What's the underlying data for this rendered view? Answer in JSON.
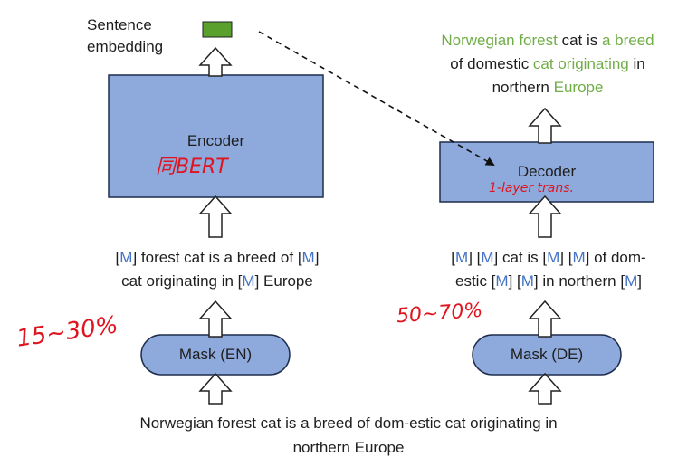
{
  "sentence_embedding_label": "Sentence\nembedding",
  "encoder": {
    "label": "Encoder",
    "handwritten": "同BERT",
    "input_lines": [
      [
        {
          "t": "[",
          "c": "n"
        },
        {
          "t": "M",
          "c": "b"
        },
        {
          "t": "] forest cat is a breed of [",
          "c": "n"
        },
        {
          "t": "M",
          "c": "b"
        },
        {
          "t": "]",
          "c": "n"
        }
      ],
      [
        {
          "t": "cat originating in [",
          "c": "n"
        },
        {
          "t": "M",
          "c": "b"
        },
        {
          "t": "] Europe",
          "c": "n"
        }
      ]
    ],
    "mask_label": "Mask (EN)",
    "mask_ratio_handwritten": "15~30%"
  },
  "decoder": {
    "label": "Decoder",
    "handwritten": "1-layer trans.",
    "output_lines": [
      [
        {
          "t": "Norwegian forest",
          "c": "g"
        },
        {
          "t": " cat is ",
          "c": "n"
        },
        {
          "t": "a breed",
          "c": "g"
        }
      ],
      [
        {
          "t": "of domestic ",
          "c": "n"
        },
        {
          "t": "cat originating",
          "c": "g"
        },
        {
          "t": " in",
          "c": "n"
        }
      ],
      [
        {
          "t": "northern ",
          "c": "n"
        },
        {
          "t": "Europe",
          "c": "g"
        }
      ]
    ],
    "input_lines": [
      [
        {
          "t": "[",
          "c": "n"
        },
        {
          "t": "M",
          "c": "b"
        },
        {
          "t": "] [",
          "c": "n"
        },
        {
          "t": "M",
          "c": "b"
        },
        {
          "t": "] cat is [",
          "c": "n"
        },
        {
          "t": "M",
          "c": "b"
        },
        {
          "t": "] [",
          "c": "n"
        },
        {
          "t": "M",
          "c": "b"
        },
        {
          "t": "] of dom-",
          "c": "n"
        }
      ],
      [
        {
          "t": "estic [",
          "c": "n"
        },
        {
          "t": "M",
          "c": "b"
        },
        {
          "t": "] [",
          "c": "n"
        },
        {
          "t": "M",
          "c": "b"
        },
        {
          "t": "] in northern [",
          "c": "n"
        },
        {
          "t": "M",
          "c": "b"
        },
        {
          "t": "]",
          "c": "n"
        }
      ]
    ],
    "mask_label": "Mask (DE)",
    "mask_ratio_handwritten": "50~70%"
  },
  "source_sentence": "Norwegian forest cat is a breed of dom-estic cat originating in\nnorthern Europe",
  "colors": {
    "box_fill": "#8ea9db",
    "box_stroke": "#1f2d4d",
    "mask_text": "#4472c4",
    "green_text": "#70ad47",
    "embedding_fill": "#5aa02c",
    "handwriting": "#e0141e"
  }
}
